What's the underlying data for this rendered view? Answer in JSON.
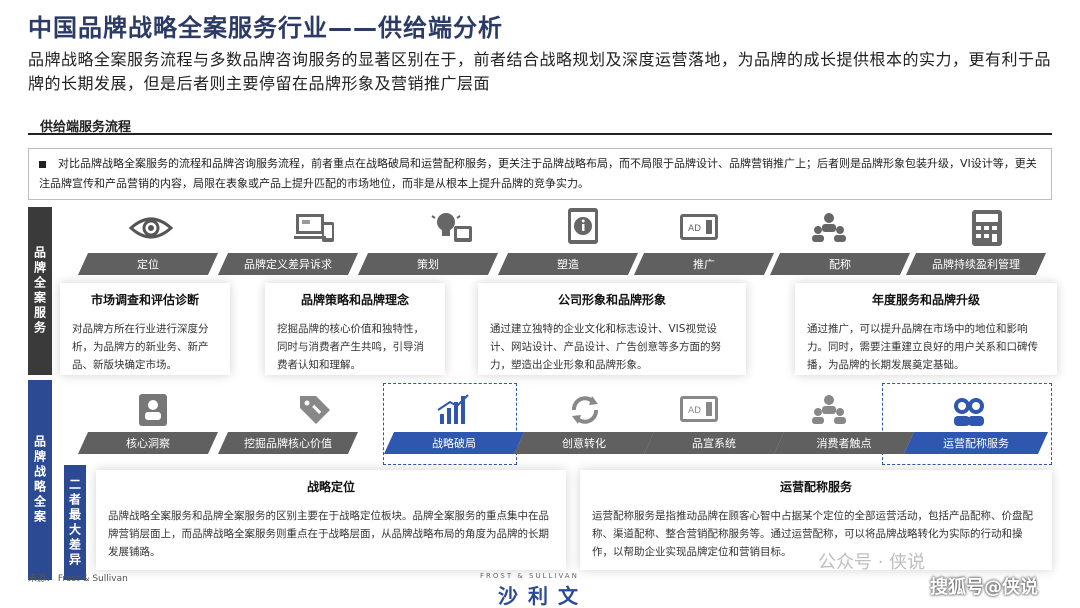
{
  "header": {
    "title": "中国品牌战略全案服务行业——供给端分析",
    "subtitle": "品牌战略全案服务流程与多数品牌咨询服务的显著区别在于，前者结合战略规划及深度运营落地，为品牌的成长提供根本的实力，更有利于品牌的长期发展，但是后者则主要停留在品牌形象及营销推广层面"
  },
  "section": {
    "heading": "供给端服务流程",
    "note": "对比品牌战略全案服务的流程和品牌咨询服务流程，前者重点在战略破局和运营配称服务，更关注于品牌战略布局，而不局限于品牌设计、品牌营销推广上；后者则是品牌形象包装升级，VI设计等，更关注品牌宣传和产品营销的内容，局限在表象或产品上提升匹配的市场地位，而非是从根本上提升品牌的竞争实力。"
  },
  "band_top": {
    "label": "品牌全案服务"
  },
  "band_bottom": {
    "label": "品牌战略全案"
  },
  "big_diff": {
    "label": "二者最大差异"
  },
  "top_row": {
    "steps": [
      "定位",
      "品牌定义差异诉求",
      "策划",
      "塑造",
      "推广",
      "配称",
      "品牌持续盈利管理"
    ],
    "icons": [
      "eye-icon",
      "devices-icon",
      "idea-icon",
      "phone-info-icon",
      "ad-screen-icon",
      "team-icon",
      "plus-calculator-icon"
    ]
  },
  "top_cards": [
    {
      "title": "市场调查和评估诊断",
      "text": "对品牌方所在行业进行深度分析，为品牌方的新业务、新产品、新版块确定市场。"
    },
    {
      "title": "品牌策略和品牌理念",
      "text": "挖掘品牌的核心价值和独特性，同时与消费者产生共鸣，引导消费者认知和理解。"
    },
    {
      "title": "公司形象和品牌形象",
      "text": "通过建立独特的企业文化和标志设计、VIS视觉设计、网站设计、产品设计、广告创意等多方面的努力，塑造出企业形象和品牌形象。"
    },
    {
      "title": "年度服务和品牌升级",
      "text": "通过推广，可以提升品牌在市场中的地位和影响力。同时，需要注重建立良好的用户关系和口碑传播，为品牌的长期发展奠定基础。"
    }
  ],
  "bottom_row": {
    "steps": [
      "核心洞察",
      "挖掘品牌核心价值",
      "战略破局",
      "创意转化",
      "品宣系统",
      "消费者触点",
      "运营配称服务"
    ],
    "icons": [
      "profile-icon",
      "tag-icon",
      "bar-chart-icon",
      "refresh-icon",
      "ad-screen-icon",
      "team-icon",
      "customer-service-icon"
    ]
  },
  "bottom_cards": [
    {
      "title": "战略定位",
      "text": "品牌战略全案服务和品牌全案服务的区别主要在于战略定位板块。品牌全案服务的重点集中在品牌营销层面上，而品牌战略全案服务则重点在于战略层面，从品牌战略布局的角度为品牌的长期发展铺路。"
    },
    {
      "title": "运营配称服务",
      "text": "运营配称服务是指推动品牌在顾客心智中占据某个定位的全部运营活动，包括产品配称、价盘配称、渠道配称、整合营销配称服务等。通过运营配称，可以将品牌战略转化为实际的行动和操作，以帮助企业实现品牌定位和营销目标。"
    }
  ],
  "footer": {
    "source": "来源： Frost & Sullivan",
    "brand_small": "FROST & SULLIVAN",
    "brand_big": "沙利文",
    "watermark_wechat": "公众号 · 侠说",
    "watermark_sohu": "搜狐号@侠说"
  },
  "colors": {
    "dark_band": "#3a3a3a",
    "blue": "#2f57b0",
    "arrow_gray": "#606060",
    "title": "#2c3a66"
  }
}
